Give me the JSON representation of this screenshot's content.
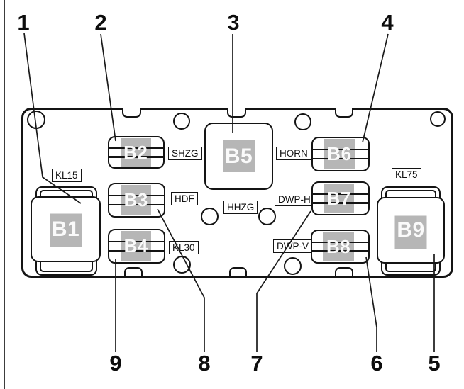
{
  "callouts": [
    "1",
    "2",
    "3",
    "4",
    "5",
    "6",
    "7",
    "8",
    "9"
  ],
  "relays": {
    "b1": "B1",
    "b2": "B2",
    "b3": "B3",
    "b4": "B4",
    "b5": "B5",
    "b6": "B6",
    "b7": "B7",
    "b8": "B8",
    "b9": "B9"
  },
  "tags": {
    "kl15": "KL15",
    "shzg": "SHZG",
    "horn": "HORN",
    "kl75": "KL75",
    "hdf": "HDF",
    "hhzg": "HHZG",
    "dwp_h": "DWP-H",
    "kl30": "KL30",
    "dwp_v": "DWP-V"
  },
  "colors": {
    "outline": "#141414",
    "relay_patch": "#b6b6b6",
    "relay_label_text": "#fafafa"
  }
}
